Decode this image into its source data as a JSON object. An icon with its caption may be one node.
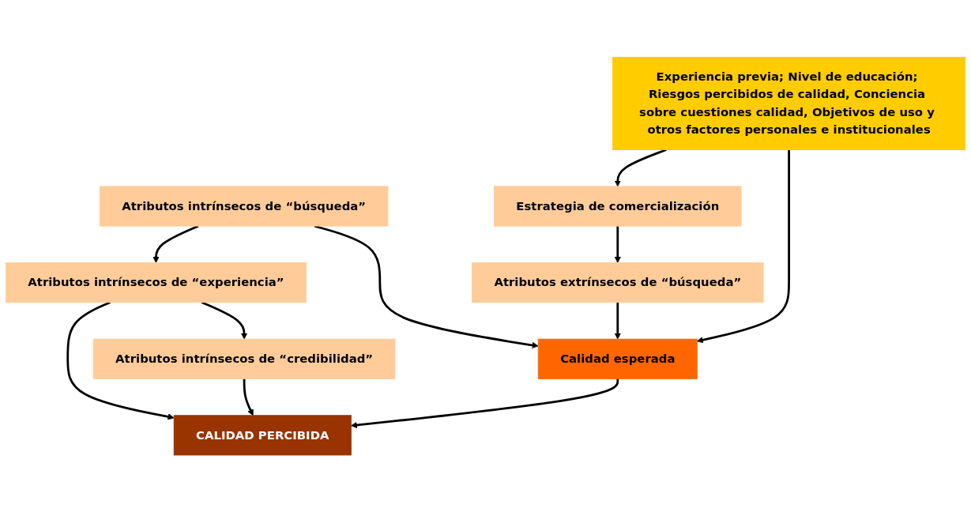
{
  "diagram": {
    "nodes": [
      {
        "text": [
          "Experiencia previa; Nivel de educación; Riesgos percibidos de calidad, Conciencia sobre cuestiones calidad, Objetivos de uso y otros factores personales e institucionales"
        ]
      },
      {
        "text": [
          "Atributos intrínsecos de “búsqueda”"
        ]
      },
      {
        "text": [
          "Calidad esperada"
        ]
      },
      {
        "text": [
          "Estrategia de comercialización"
        ]
      },
      {
        "text": [
          "Atributos intrínsecos de “experiencia”"
        ]
      },
      {
        "text": [
          "Atributos extrínsecos de “búsqueda”"
        ]
      },
      {
        "text": [
          "Atributos intrínsecos de “credibilidad”"
        ]
      },
      {
        "text": [
          "CALIDAD PERCIBIDA"
        ]
      }
    ],
    "edges": [
      {
        "from": 0,
        "to": 2,
        "arrow": "to"
      },
      {
        "from": 0,
        "to": 3,
        "arrow": "to"
      },
      {
        "from": 1,
        "to": 2,
        "arrow": "to"
      },
      {
        "from": 1,
        "to": 4,
        "arrow": "to"
      },
      {
        "from": 4,
        "to": 6,
        "arrow": "to"
      },
      {
        "from": 3,
        "to": 5,
        "arrow": "to"
      },
      {
        "from": 5,
        "to": 2,
        "arrow": "to"
      },
      {
        "from": 2,
        "to": 7,
        "arrow": "to"
      },
      {
        "from": 4,
        "to": 7,
        "arrow": "to"
      },
      {
        "from": 6,
        "to": 7,
        "arrow": "to"
      }
    ]
  }
}
